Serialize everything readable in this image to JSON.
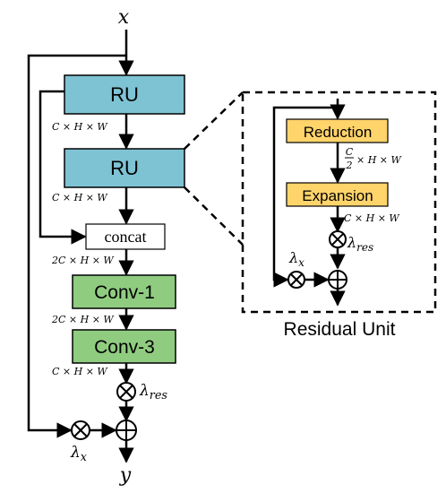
{
  "diagram": {
    "input_label": "x",
    "output_label": "y",
    "ru_top_label": "RU",
    "ru_bottom_label": "RU",
    "concat_label": "concat",
    "conv1_label": "Conv-1",
    "conv3_label": "Conv-3",
    "dim_after_ru1": "C × H × W",
    "dim_after_ru2": "C × H × W",
    "dim_after_concat": "2C × H × W",
    "dim_after_conv1": "2C × H × W",
    "dim_after_conv3": "C × H × W",
    "lambda_res_main": "λres",
    "lambda_x_main": "λx"
  },
  "residual_unit": {
    "title": "Residual Unit",
    "reduction_label": "Reduction",
    "expansion_label": "Expansion",
    "dim_reduction_num": "C",
    "dim_reduction_den": "2",
    "dim_reduction_rest": "× H × W",
    "dim_after_expansion": "C × H × W",
    "lambda_res": "λres",
    "lambda_x": "λx"
  },
  "colors": {
    "ru_fill": "#7ec3d4",
    "conv_fill": "#90cc80",
    "ru_inner_fill": "#ffd46a",
    "stroke": "#000000"
  }
}
